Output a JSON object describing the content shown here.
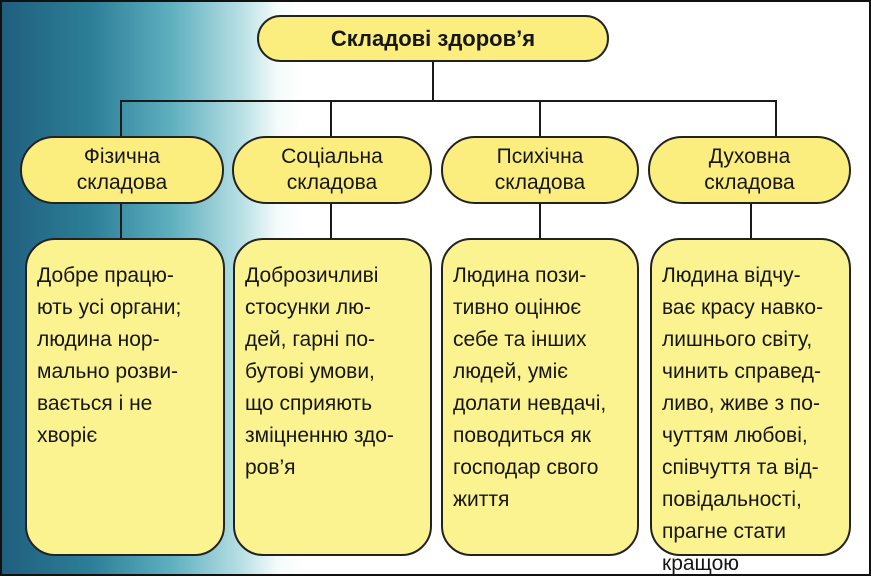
{
  "title": "Складові здоров’я",
  "components": [
    {
      "name": [
        "Фізична",
        "складова"
      ],
      "description": [
        "Добре працю-",
        "ють усі органи;",
        "людина нор-",
        "мально розви-",
        "вається і не",
        "хворіє"
      ]
    },
    {
      "name": [
        "Соціальна",
        "складова"
      ],
      "description": [
        "Доброзичливі",
        "стосунки лю-",
        "дей, гарні по-",
        "бутові умови,",
        "що сприяють",
        "зміцненню здо-",
        "ров’я"
      ]
    },
    {
      "name": [
        "Психічна",
        "складова"
      ],
      "description": [
        "Людина пози-",
        "тивно оцінює",
        "себе та інших",
        "людей, уміє",
        "долати невдачі,",
        "поводиться як",
        "господар свого",
        "життя"
      ]
    },
    {
      "name": [
        "Духовна",
        "складова"
      ],
      "description": [
        "Людина відчу-",
        "ває красу навко-",
        "лишнього світу,",
        "чинить справед-",
        "ливо, живе з по-",
        "чуттям любові,",
        "співчуття та від-",
        "повідальності,",
        "прагне стати",
        "кращою"
      ]
    }
  ],
  "colors": {
    "box_fill": "#fbf38f",
    "pill_fill": "#fbee7e",
    "background_left": "#1f5f7e"
  }
}
